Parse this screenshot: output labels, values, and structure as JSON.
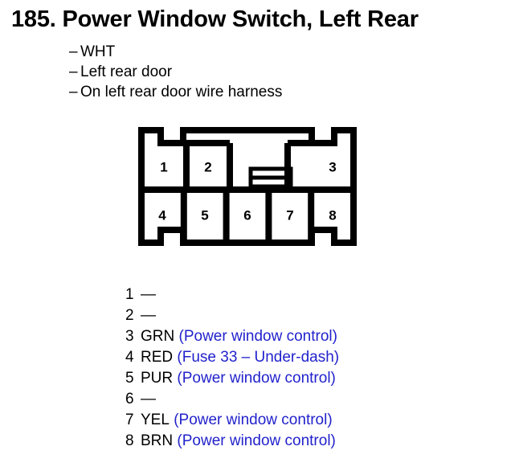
{
  "title": "185. Power Window Switch, Left Rear",
  "bullets": [
    {
      "dash": "–",
      "text": "WHT"
    },
    {
      "dash": "–",
      "text": "Left rear door"
    },
    {
      "dash": "–",
      "text": "On left rear door wire harness"
    }
  ],
  "connector": {
    "top_row": [
      {
        "label": "1"
      },
      {
        "label": "2"
      },
      {
        "label": "3"
      }
    ],
    "bottom_row": [
      {
        "label": "4"
      },
      {
        "label": "5"
      },
      {
        "label": "6"
      },
      {
        "label": "7"
      },
      {
        "label": "8"
      }
    ],
    "latch_tab": "locking-tab",
    "outline_color": "#000000"
  },
  "legend": {
    "empty_marker": "—",
    "desc_color": "#2222cc",
    "rows": [
      {
        "num": "1",
        "color": "",
        "desc": "",
        "empty": "—"
      },
      {
        "num": "2",
        "color": "",
        "desc": "",
        "empty": "—"
      },
      {
        "num": "3",
        "color": "GRN",
        "desc": "(Power window control)",
        "empty": ""
      },
      {
        "num": "4",
        "color": "RED",
        "desc": "(Fuse 33 – Under-dash)",
        "empty": ""
      },
      {
        "num": "5",
        "color": "PUR",
        "desc": "(Power window control)",
        "empty": ""
      },
      {
        "num": "6",
        "color": "",
        "desc": "",
        "empty": "—"
      },
      {
        "num": "7",
        "color": "YEL",
        "desc": "(Power window control)",
        "empty": ""
      },
      {
        "num": "8",
        "color": "BRN",
        "desc": "(Power window control)",
        "empty": ""
      }
    ]
  }
}
